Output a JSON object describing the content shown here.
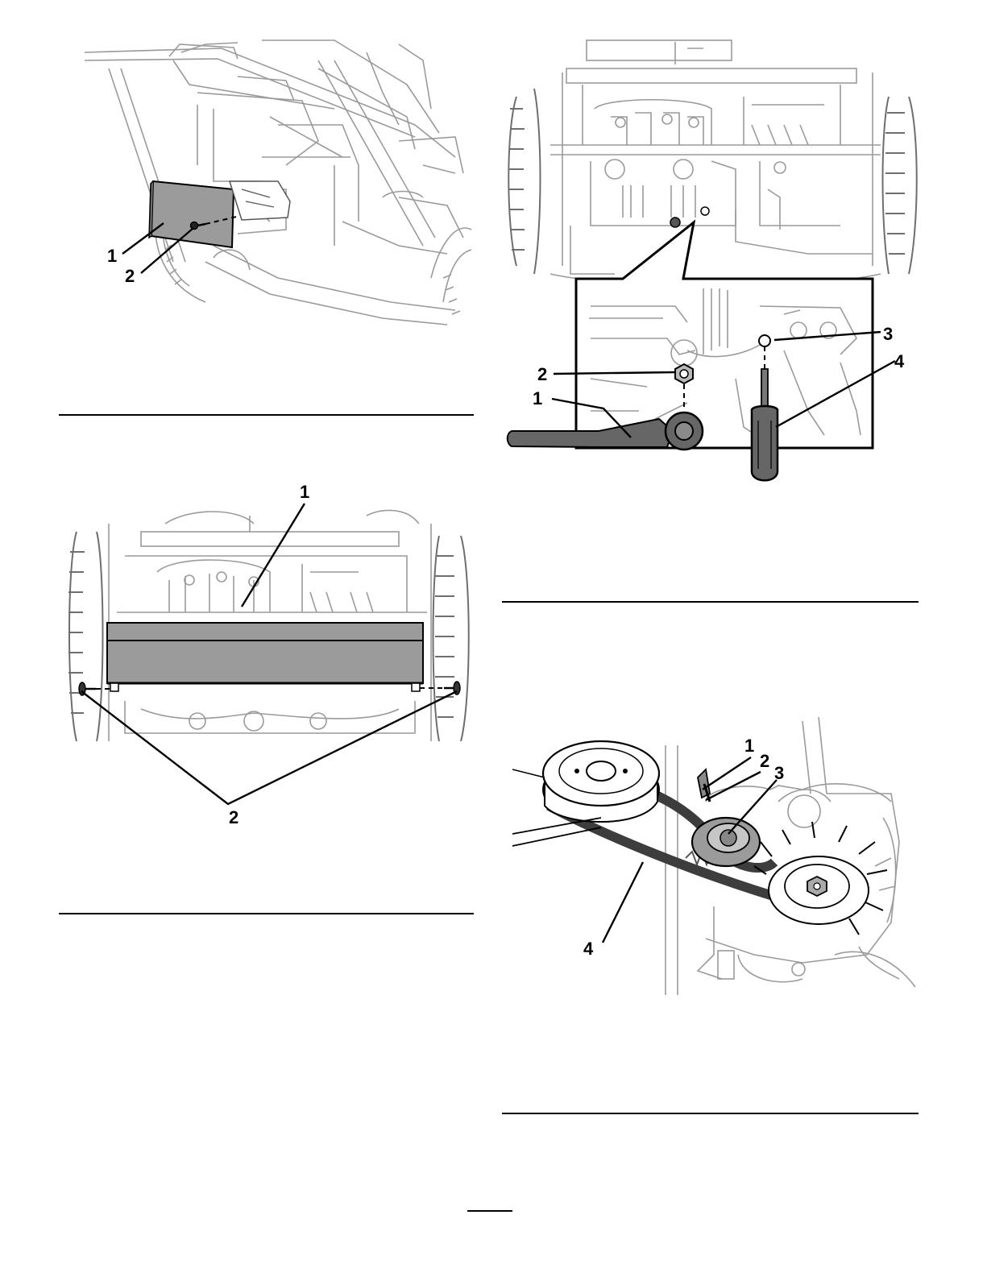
{
  "figures": [
    {
      "id": "fig-top-left",
      "callouts": [
        "1",
        "2"
      ]
    },
    {
      "id": "fig-top-right",
      "callouts": [
        "1",
        "2",
        "3",
        "4"
      ]
    },
    {
      "id": "fig-middle-left",
      "callouts": [
        "1",
        "2"
      ]
    },
    {
      "id": "fig-bottom-right",
      "callouts": [
        "1",
        "2",
        "3",
        "4"
      ]
    }
  ]
}
